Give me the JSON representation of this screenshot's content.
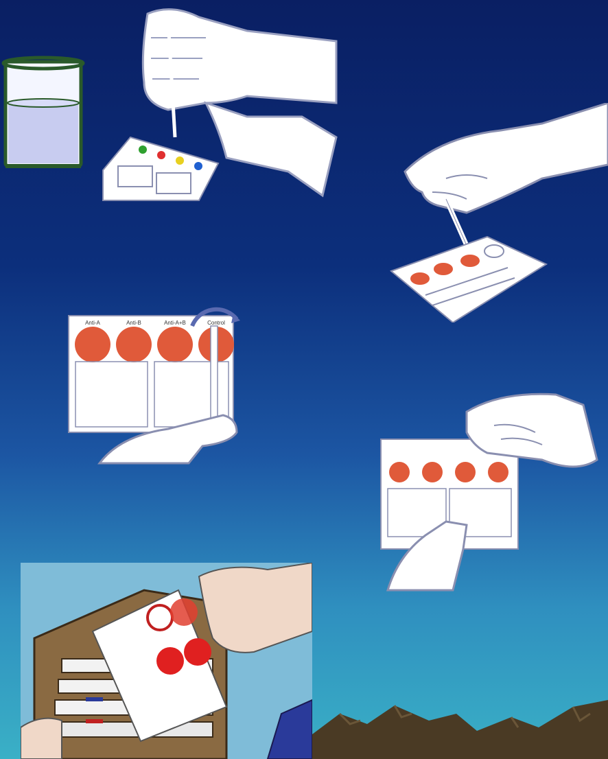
{
  "slide": {
    "background_top": "#0a1f63",
    "background_bottom": "#3ab0c6",
    "mountain_color": "#4a3a24"
  },
  "test_card": {
    "dot_colors": [
      "green",
      "red",
      "yellow",
      "blue"
    ],
    "blood_color": "#e05a3a"
  },
  "step3_card": {
    "column_labels": [
      "Anti-A",
      "Anti-B",
      "Anti-A+B",
      "Control"
    ]
  },
  "step4_card": {
    "panel_labels": [
      "",
      "",
      ""
    ]
  }
}
